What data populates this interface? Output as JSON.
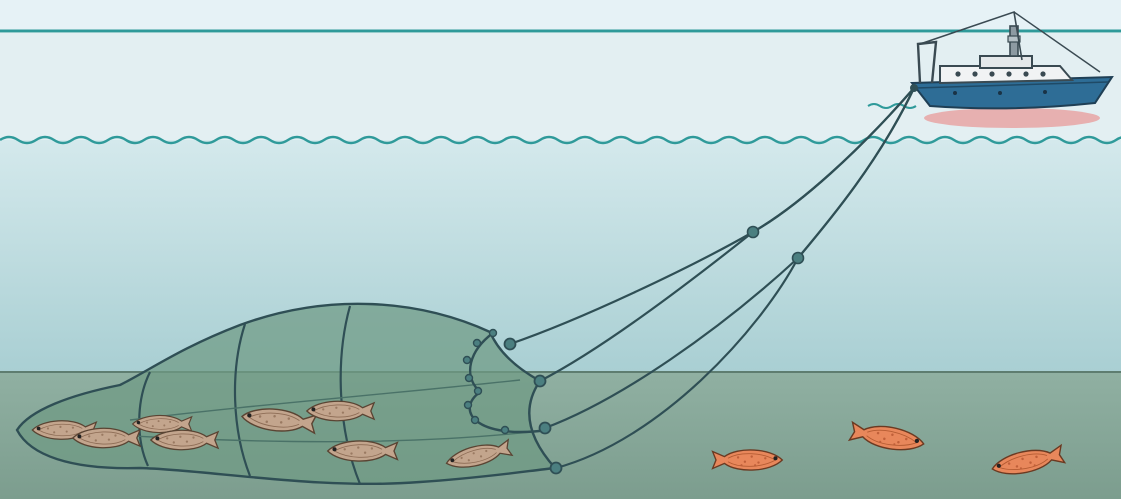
{
  "scene": {
    "subject": "bottom-trawl-fishing-diagram",
    "vessel_icon": "trawler-icon",
    "net_icon": "trawl-net-icon",
    "fish_icon": "flatfish-icon",
    "fish_in_net_count": 8,
    "fish_on_seabed_count": 3
  },
  "colors": {
    "sky": "#e6f2f6",
    "surface_line": "#2f9a9a",
    "water_top": "#cfe6ea",
    "water_bottom": "#a9cfd3",
    "seabed": "#8aab9b",
    "net_fill": "#6f9a84",
    "net_line": "#2f4f55",
    "hull": "#2e6d96",
    "deck": "#f1f3f4",
    "reflection": "#e8a5a5",
    "fish_orange": "#e8875b",
    "fish_netted": "#b8a089"
  }
}
